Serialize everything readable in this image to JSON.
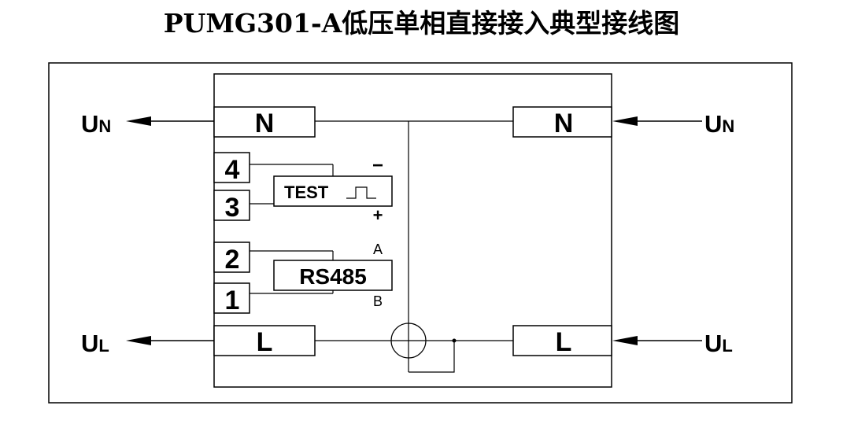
{
  "diagram": {
    "title": "PUMG301-A低压单相直接接入典型接线图",
    "external": {
      "un_left": {
        "main": "U",
        "sub": "N"
      },
      "ul_left": {
        "main": "U",
        "sub": "L"
      },
      "un_right": {
        "main": "U",
        "sub": "N"
      },
      "ul_right": {
        "main": "U",
        "sub": "L"
      }
    },
    "terminals": {
      "n_left": "N",
      "n_right": "N",
      "l_left": "L",
      "l_right": "L",
      "t4": "4",
      "t3": "3",
      "t2": "2",
      "t1": "1"
    },
    "test": {
      "label": "TEST",
      "minus": "−",
      "plus": "+"
    },
    "rs485": {
      "label": "RS485",
      "a": "A",
      "b": "B"
    }
  }
}
